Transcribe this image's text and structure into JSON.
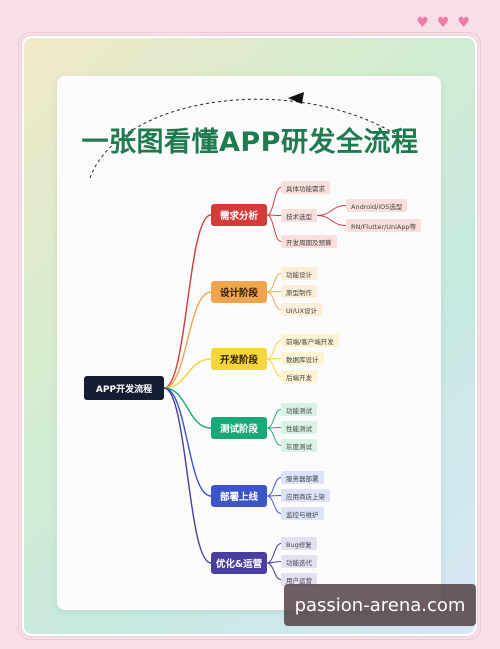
{
  "title": "一张图看懂APP研发全流程",
  "root": "APP开发流程",
  "stages": [
    {
      "label": "需求分析",
      "color": "#d63b3b",
      "text_color": "#ffffff",
      "leaf_bg": "#f9dede",
      "leaves": [
        "具体功能需求",
        "技术选型",
        "开发周期及预算"
      ],
      "sub": [
        "Android/iOS选型",
        "RN/Flutter/UniApp等"
      ]
    },
    {
      "label": "设计阶段",
      "color": "#f0a44e",
      "text_color": "#2a1a00",
      "leaf_bg": "#fbeed7",
      "leaves": [
        "功能设计",
        "原型制作",
        "UI/UX设计"
      ]
    },
    {
      "label": "开发阶段",
      "color": "#f5d53c",
      "text_color": "#2a2000",
      "leaf_bg": "#fbf3d2",
      "leaves": [
        "前端/客户端开发",
        "数据库设计",
        "后端开发"
      ]
    },
    {
      "label": "测试阶段",
      "color": "#1aa877",
      "text_color": "#ffffff",
      "leaf_bg": "#d9f2e6",
      "leaves": [
        "功能测试",
        "性能测试",
        "灰度测试"
      ]
    },
    {
      "label": "部署上线",
      "color": "#3b55c9",
      "text_color": "#ffffff",
      "leaf_bg": "#dde3f7",
      "leaves": [
        "服务器部署",
        "应用商店上架",
        "监控与维护"
      ]
    },
    {
      "label": "优化&运营",
      "color": "#4a3e9e",
      "text_color": "#ffffff",
      "leaf_bg": "#e3e0f2",
      "leaves": [
        "Bug修复",
        "功能迭代",
        "用户运营"
      ]
    }
  ],
  "watermark": "passion-arena.com"
}
